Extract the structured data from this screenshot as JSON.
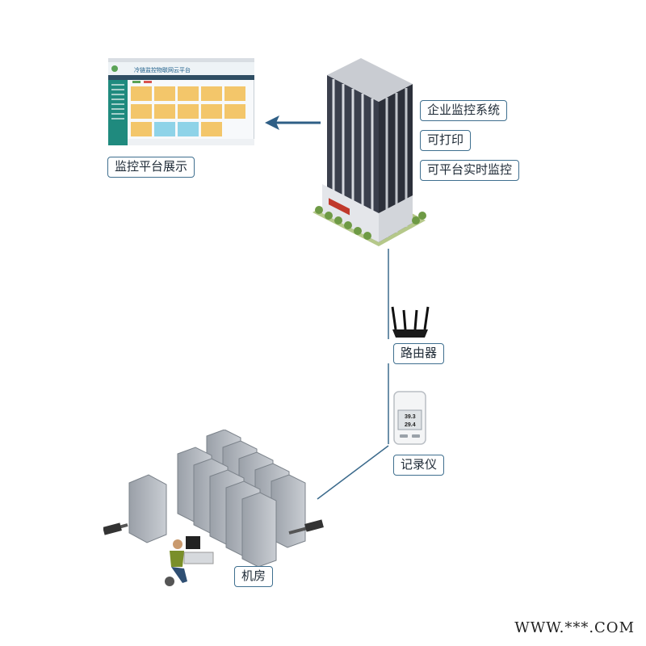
{
  "labels": {
    "platform_display": "监控平台展示",
    "enterprise_system": "企业监控系统",
    "printable": "可打印",
    "realtime": "可平台实时监控",
    "router": "路由器",
    "recorder": "记录仪",
    "machine_room": "机房"
  },
  "screen": {
    "title": "冷链监控物联网云平台"
  },
  "recorder_display": {
    "value1": "39.3",
    "value2": "29.4"
  },
  "footer": "WWW.***.COM",
  "colors": {
    "connector": "#3b6a8c",
    "label_border": "#3f6f8f",
    "sidebar": "#1f8a7e",
    "card": "#f3c66a"
  }
}
